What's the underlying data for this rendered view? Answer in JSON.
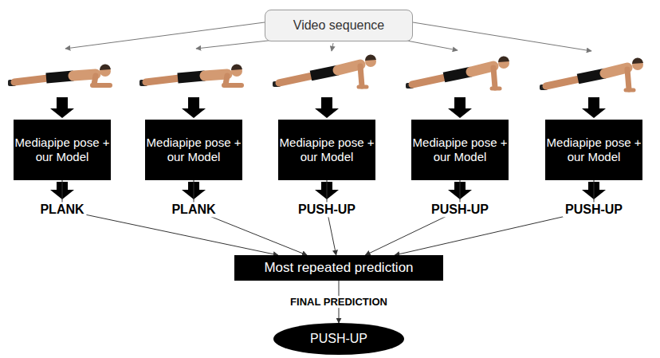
{
  "diagram": {
    "nodes": [
      {
        "text": [
          "Video sequence"
        ]
      },
      {
        "text": [
          "Mediapipe pose + our Model"
        ]
      },
      {
        "text": [
          "Mediapipe pose + our Model"
        ]
      },
      {
        "text": [
          "Mediapipe pose + our Model"
        ]
      },
      {
        "text": [
          "Mediapipe pose + our Model"
        ]
      },
      {
        "text": [
          "Mediapipe pose + our Model"
        ]
      },
      {
        "text": [
          "Most repeated prediction"
        ]
      },
      {
        "text": [
          "PUSH-UP"
        ]
      }
    ],
    "edges": [
      {
        "from": 1,
        "to": 6,
        "arrow": "to",
        "label": "PLANK"
      },
      {
        "from": 2,
        "to": 6,
        "arrow": "to",
        "label": "PLANK"
      },
      {
        "from": 3,
        "to": 6,
        "arrow": "to",
        "label": "PUSH-UP"
      },
      {
        "from": 4,
        "to": 6,
        "arrow": "to",
        "label": "PUSH-UP"
      },
      {
        "from": 5,
        "to": 6,
        "arrow": "to",
        "label": "PUSH-UP"
      },
      {
        "from": 6,
        "to": 7,
        "arrow": "to",
        "label": "FINAL PREDICTION"
      }
    ]
  }
}
